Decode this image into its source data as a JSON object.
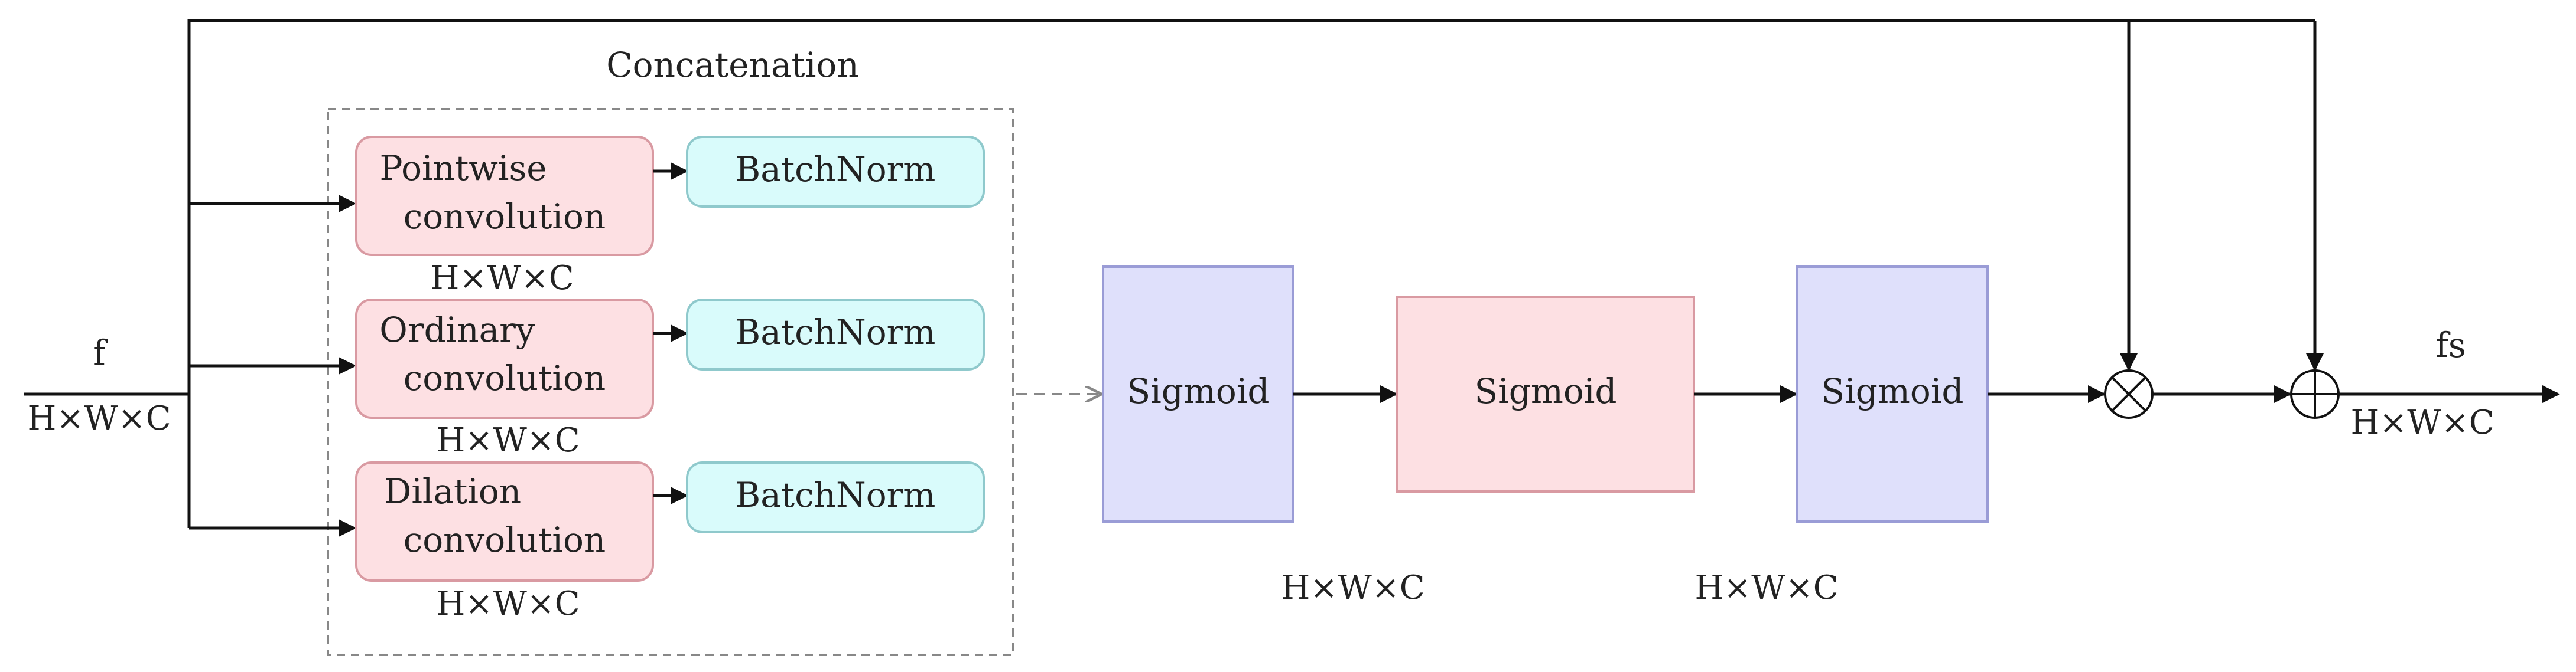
{
  "title": "Concatenation",
  "input": {
    "name": "f",
    "dims": "H×W×C"
  },
  "output": {
    "name": "fs",
    "dims": "H×W×C"
  },
  "branches": [
    {
      "conv": [
        "Pointwise",
        "convolution"
      ],
      "norm": "BatchNorm",
      "dims": "H×W×C"
    },
    {
      "conv": [
        "Ordinary",
        "convolution"
      ],
      "norm": "BatchNorm",
      "dims": "H×W×C"
    },
    {
      "conv": [
        "Dilation",
        "convolution"
      ],
      "norm": "BatchNorm",
      "dims": "H×W×C"
    }
  ],
  "stages": [
    {
      "label": "Sigmoid"
    },
    {
      "label": "Sigmoid",
      "dims": "H×W×C"
    },
    {
      "label": "Sigmoid",
      "dims": "H×W×C"
    }
  ],
  "operators": [
    {
      "symbol": "multiply"
    },
    {
      "symbol": "add"
    }
  ],
  "colors": {
    "conv_fill": "#fde0e3",
    "conv_stroke": "#d99aa2",
    "norm_fill": "#d9fbfb",
    "norm_stroke": "#8fc9cc",
    "sigmoid_fill": "#dfe0fb",
    "sigmoid_stroke": "#9a9cd6",
    "mid_fill": "#fde0e3",
    "mid_stroke": "#d99aa2",
    "frame": "#888888"
  }
}
